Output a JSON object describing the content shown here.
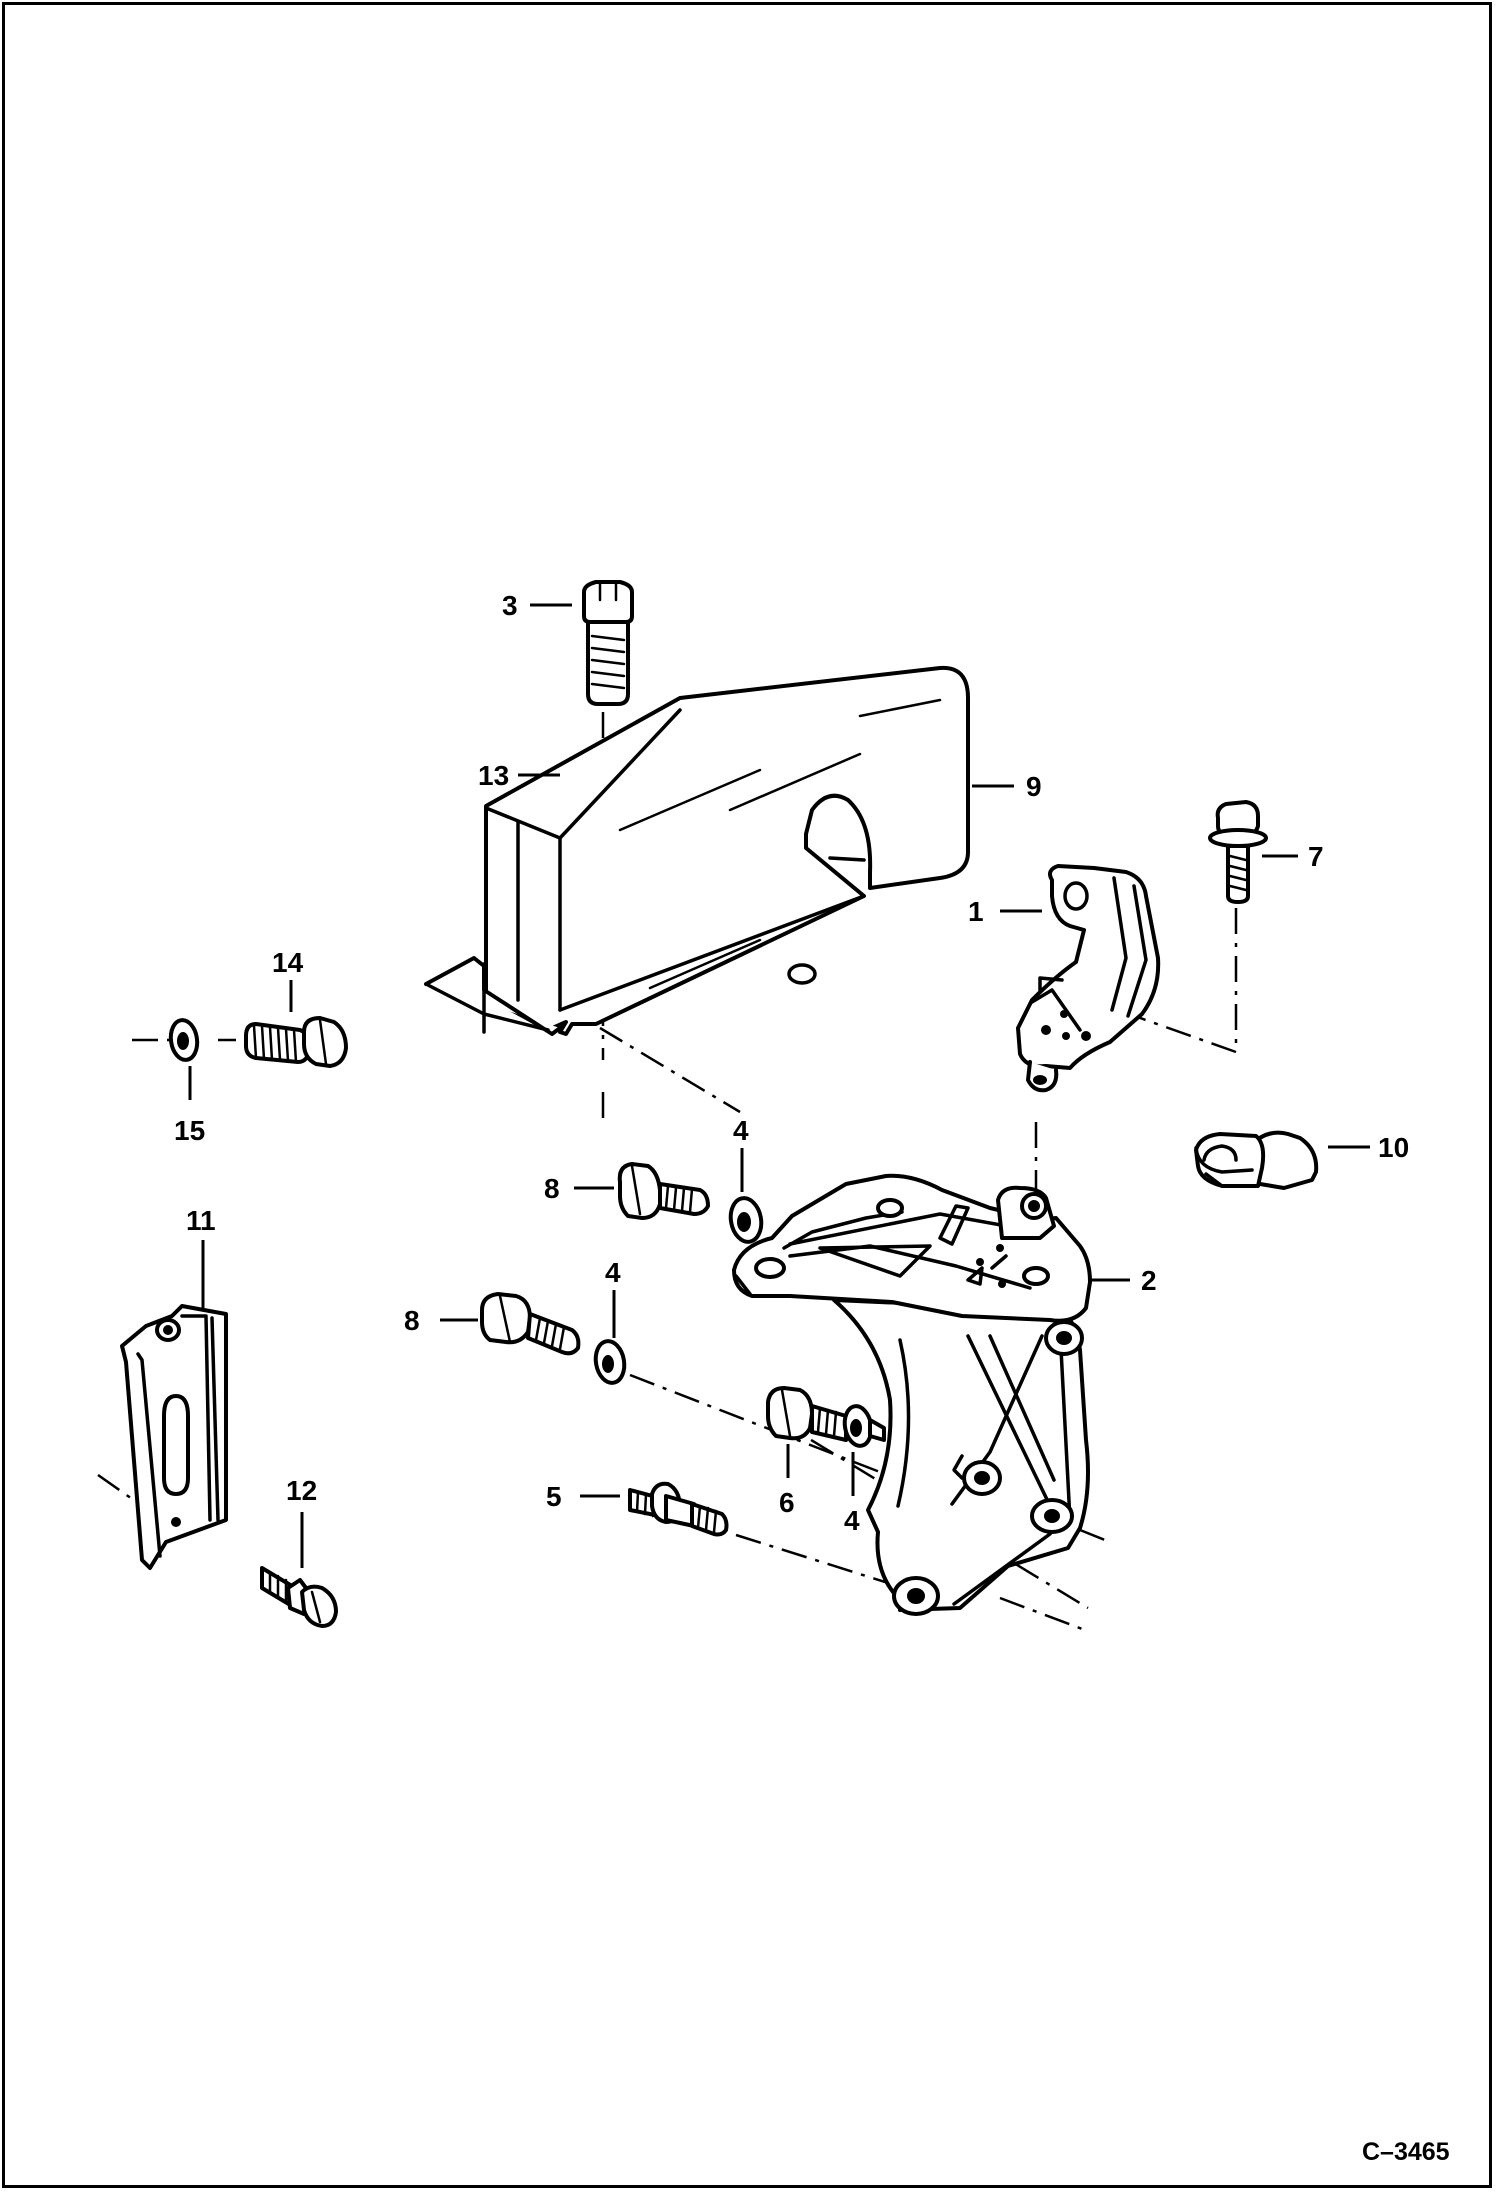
{
  "figure_ref": "C–3465",
  "callouts": [
    {
      "id": "c1",
      "label": "1"
    },
    {
      "id": "c2",
      "label": "2"
    },
    {
      "id": "c3",
      "label": "3"
    },
    {
      "id": "c4a",
      "label": "4"
    },
    {
      "id": "c4b",
      "label": "4"
    },
    {
      "id": "c4c",
      "label": "4"
    },
    {
      "id": "c5",
      "label": "5"
    },
    {
      "id": "c6",
      "label": "6"
    },
    {
      "id": "c7",
      "label": "7"
    },
    {
      "id": "c8a",
      "label": "8"
    },
    {
      "id": "c8b",
      "label": "8"
    },
    {
      "id": "c9",
      "label": "9"
    },
    {
      "id": "c10",
      "label": "10"
    },
    {
      "id": "c11",
      "label": "11"
    },
    {
      "id": "c12",
      "label": "12"
    },
    {
      "id": "c13",
      "label": "13"
    },
    {
      "id": "c14",
      "label": "14"
    },
    {
      "id": "c15",
      "label": "15"
    }
  ]
}
